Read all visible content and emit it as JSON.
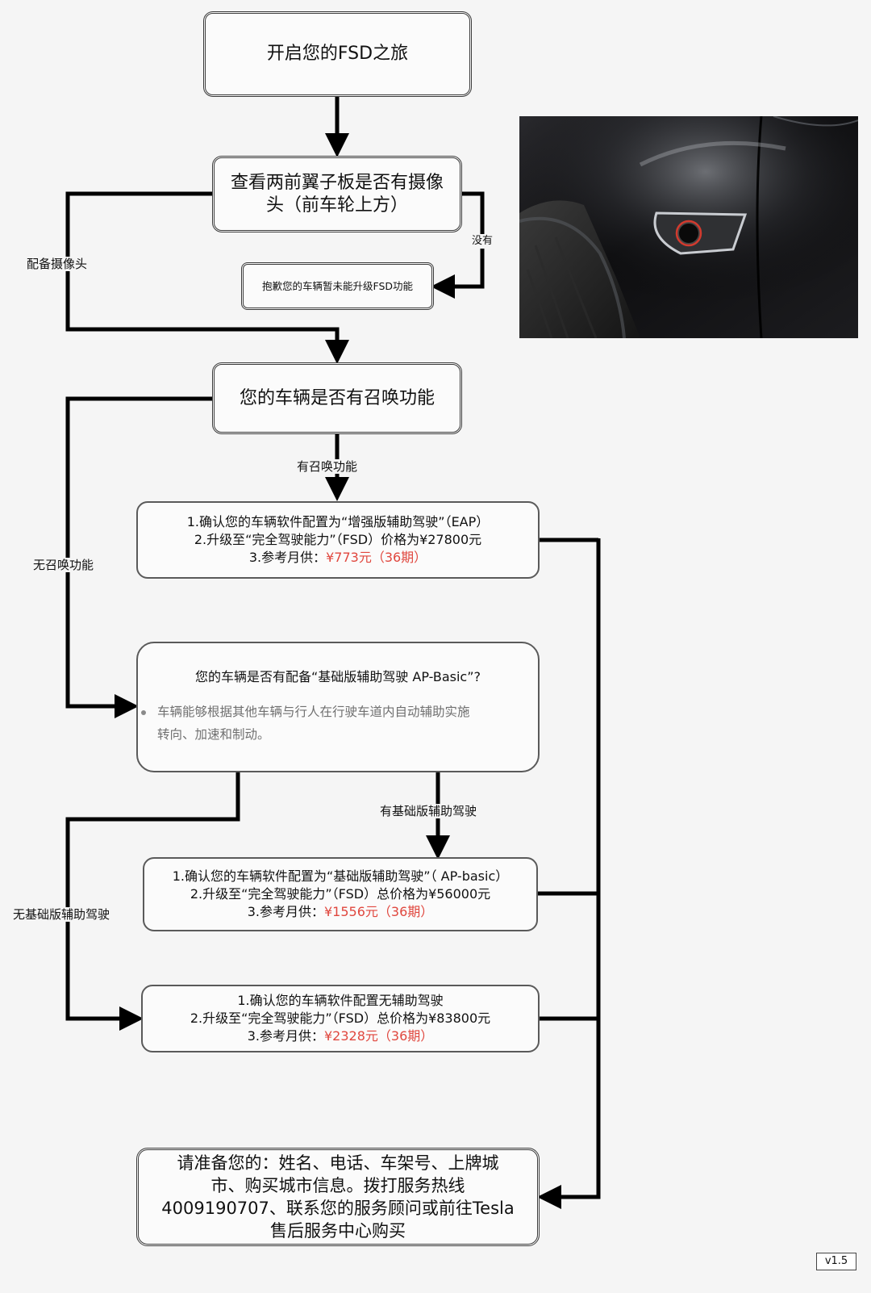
{
  "nodes": {
    "start": "开启您的FSD之旅",
    "check_camera": [
      "查看两前翼子板是否有摄像",
      "头（前车轮上方）"
    ],
    "no_upgrade": "抱歉您的车辆暂未能升级FSD功能",
    "check_summon": "您的车辆是否有召唤功能",
    "eap_option": {
      "line1": "1.确认您的车辆软件配置为“增强版辅助驾驶”（EAP）",
      "line2": "2.升级至“完全驾驶能力”（FSD）价格为¥27800元",
      "line3_prefix": "3.参考月供：",
      "line3_price": "¥773元（36期）"
    },
    "check_basic": {
      "question": "您的车辆是否有配备“基础版辅助驾驶 AP-Basic”?",
      "bullet_line1": "车辆能够根据其他车辆与行人在行驶车道内自动辅助实施",
      "bullet_line2": "转向、加速和制动。"
    },
    "basic_option": {
      "line1": "1.确认您的车辆软件配置为“基础版辅助驾驶”（ AP-basic）",
      "line2": "2.升级至“完全驾驶能力”（FSD）总价格为¥56000元",
      "line3_prefix": "3.参考月供：",
      "line3_price": "¥1556元（36期）"
    },
    "none_option": {
      "line1": "1.确认您的车辆软件配置无辅助驾驶",
      "line2": "2.升级至“完全驾驶能力”（FSD）总价格为¥83800元",
      "line3_prefix": "3.参考月供：",
      "line3_price": "¥2328元（36期）"
    },
    "final": [
      "请准备您的：姓名、电话、车架号、上牌城",
      "市、购买城市信息。拨打服务热线",
      "4009190707、联系您的服务顾问或前往Tesla",
      "售后服务中心购买"
    ]
  },
  "edge_labels": {
    "has_camera": "配备摄像头",
    "no_camera": "没有",
    "has_summon": "有召唤功能",
    "no_summon": "无召唤功能",
    "has_basic": "有基础版辅助驾驶",
    "no_basic": "无基础版辅助驾驶"
  },
  "version": "v1.5",
  "colors": {
    "connector": "#000000",
    "price_highlight": "#e0473e",
    "bullet_text": "#707070",
    "box_border": "#5a5a5a"
  }
}
